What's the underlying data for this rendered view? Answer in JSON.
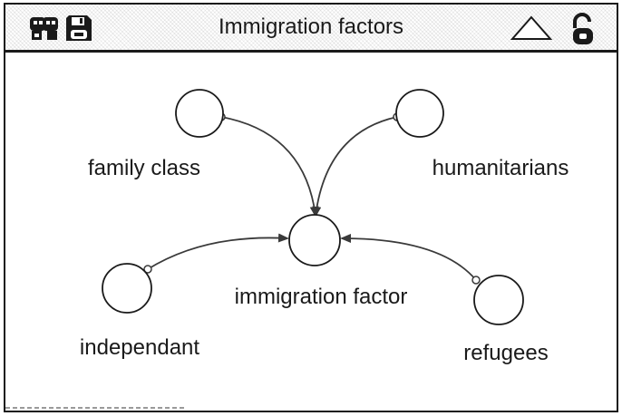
{
  "window": {
    "title": "Immigration factors"
  },
  "toolbar": {
    "icons": [
      "model-icon",
      "save-icon",
      "collapse-triangle-icon",
      "unlock-icon"
    ]
  },
  "diagram": {
    "nodes": [
      {
        "id": "family-class",
        "label": "family class"
      },
      {
        "id": "humanitarians",
        "label": "humanitarians"
      },
      {
        "id": "immigration-factor",
        "label": "immigration factor"
      },
      {
        "id": "independant",
        "label": "independant"
      },
      {
        "id": "refugees",
        "label": "refugees"
      }
    ],
    "connectors": [
      {
        "from": "family class",
        "to": "immigration factor"
      },
      {
        "from": "humanitarians",
        "to": "immigration factor"
      },
      {
        "from": "independant",
        "to": "immigration factor"
      },
      {
        "from": "refugees",
        "to": "immigration factor"
      }
    ]
  }
}
